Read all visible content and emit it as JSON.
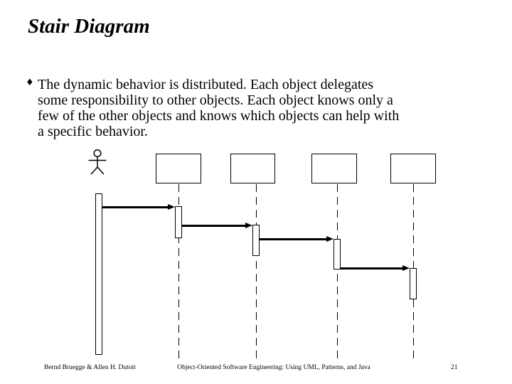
{
  "colors": {
    "background": "#ffffff",
    "ink": "#000000"
  },
  "slide": {
    "title": "Stair Diagram",
    "bullet": {
      "marker": "♦",
      "lines": [
        "The dynamic behavior is distributed. Each object delegates",
        "some responsibility to other objects. Each object knows only a",
        "few of the other objects and knows which objects can help with",
        "a specific behavior."
      ]
    }
  },
  "diagram": {
    "type": "uml-sequence-stair",
    "actor_count": 1,
    "object_count": 4,
    "message_count": 4,
    "object_labels": [
      "",
      "",
      "",
      ""
    ]
  },
  "footer": {
    "authors": "Bernd Bruegge & Allen H. Dutoit",
    "book_title": "Object-Oriented Software Engineering: Using UML, Patterns, and Java",
    "page_number": "21"
  }
}
